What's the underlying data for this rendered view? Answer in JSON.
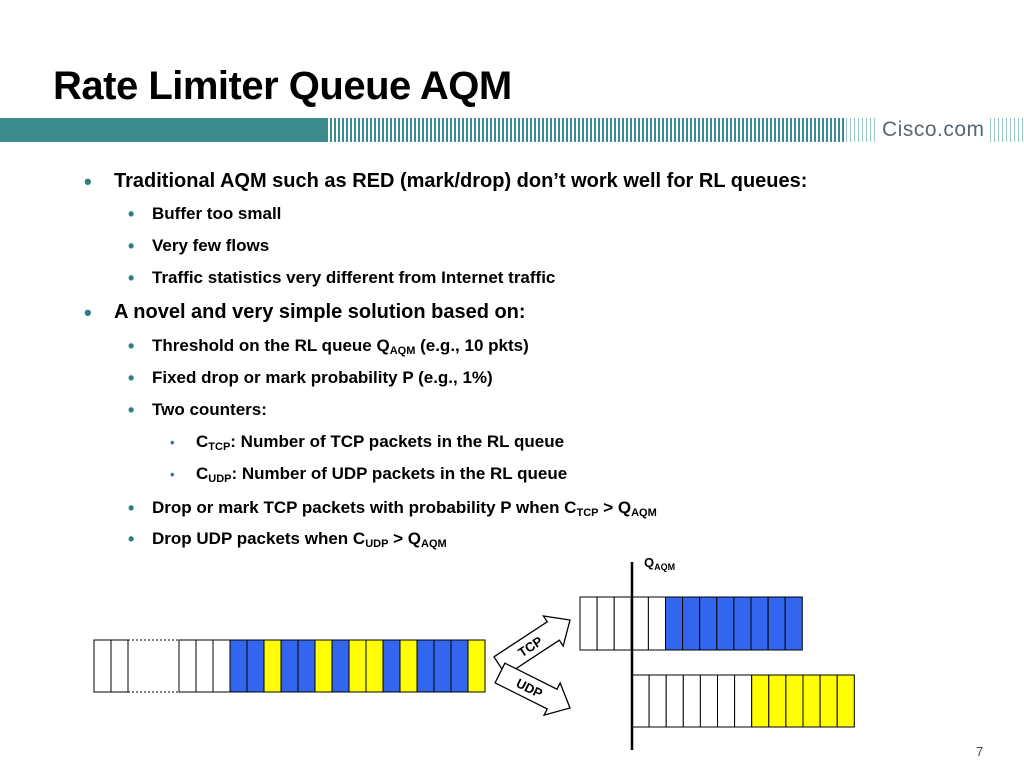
{
  "slide": {
    "title": "Rate Limiter Queue AQM",
    "logo_text": "Cisco.com",
    "page_number": "7"
  },
  "bullets": [
    {
      "level": 1,
      "text": "Traditional AQM such as RED (mark/drop) don’t work well for RL  queues:"
    },
    {
      "level": 2,
      "text": "Buffer too small"
    },
    {
      "level": 2,
      "text": "Very few flows"
    },
    {
      "level": 2,
      "text": "Traffic statistics very different from Internet traffic"
    },
    {
      "level": 1,
      "text": "A novel and very simple solution based on:"
    },
    {
      "level": 2,
      "pre": "Threshold on the RL queue Q",
      "sub": "AQM",
      "post": " (e.g., 10 pkts)"
    },
    {
      "level": 2,
      "text": "Fixed drop or mark probability P (e.g., 1%)"
    },
    {
      "level": 2,
      "text": "Two counters:"
    },
    {
      "level": 3,
      "pre": "C",
      "sub": "TCP",
      "post": ": Number of TCP packets in the RL queue"
    },
    {
      "level": 3,
      "pre": "C",
      "sub": "UDP",
      "post": ": Number of UDP packets in the RL queue"
    },
    {
      "level": 2,
      "pre": "Drop or mark TCP packets with probability P when C",
      "sub": "TCP",
      "post": " > Q",
      "sub2": "AQM"
    },
    {
      "level": 2,
      "pre": "Drop UDP packets when C",
      "sub": "UDP",
      "post": " > Q",
      "sub2": "AQM"
    }
  ],
  "diagram": {
    "threshold_label": "Q",
    "threshold_sub": "AQM",
    "tcp_label": "TCP",
    "udp_label": "UDP",
    "colors": {
      "tcp": "#3366ee",
      "udp": "#ffff00",
      "empty": "#ffffff",
      "accent": "#2e7e80"
    },
    "input_queue": [
      "empty",
      "empty",
      "gap",
      "empty",
      "empty",
      "empty",
      "tcp",
      "tcp",
      "udp",
      "tcp",
      "tcp",
      "udp",
      "tcp",
      "udp",
      "udp",
      "tcp",
      "udp",
      "tcp",
      "tcp",
      "tcp",
      "udp"
    ],
    "tcp_queue": [
      "empty",
      "empty",
      "empty",
      "empty",
      "empty",
      "tcp",
      "tcp",
      "tcp",
      "tcp",
      "tcp",
      "tcp",
      "tcp",
      "tcp"
    ],
    "udp_queue": [
      "empty",
      "empty",
      "empty",
      "empty",
      "empty",
      "empty",
      "empty",
      "udp",
      "udp",
      "udp",
      "udp",
      "udp",
      "udp"
    ]
  }
}
